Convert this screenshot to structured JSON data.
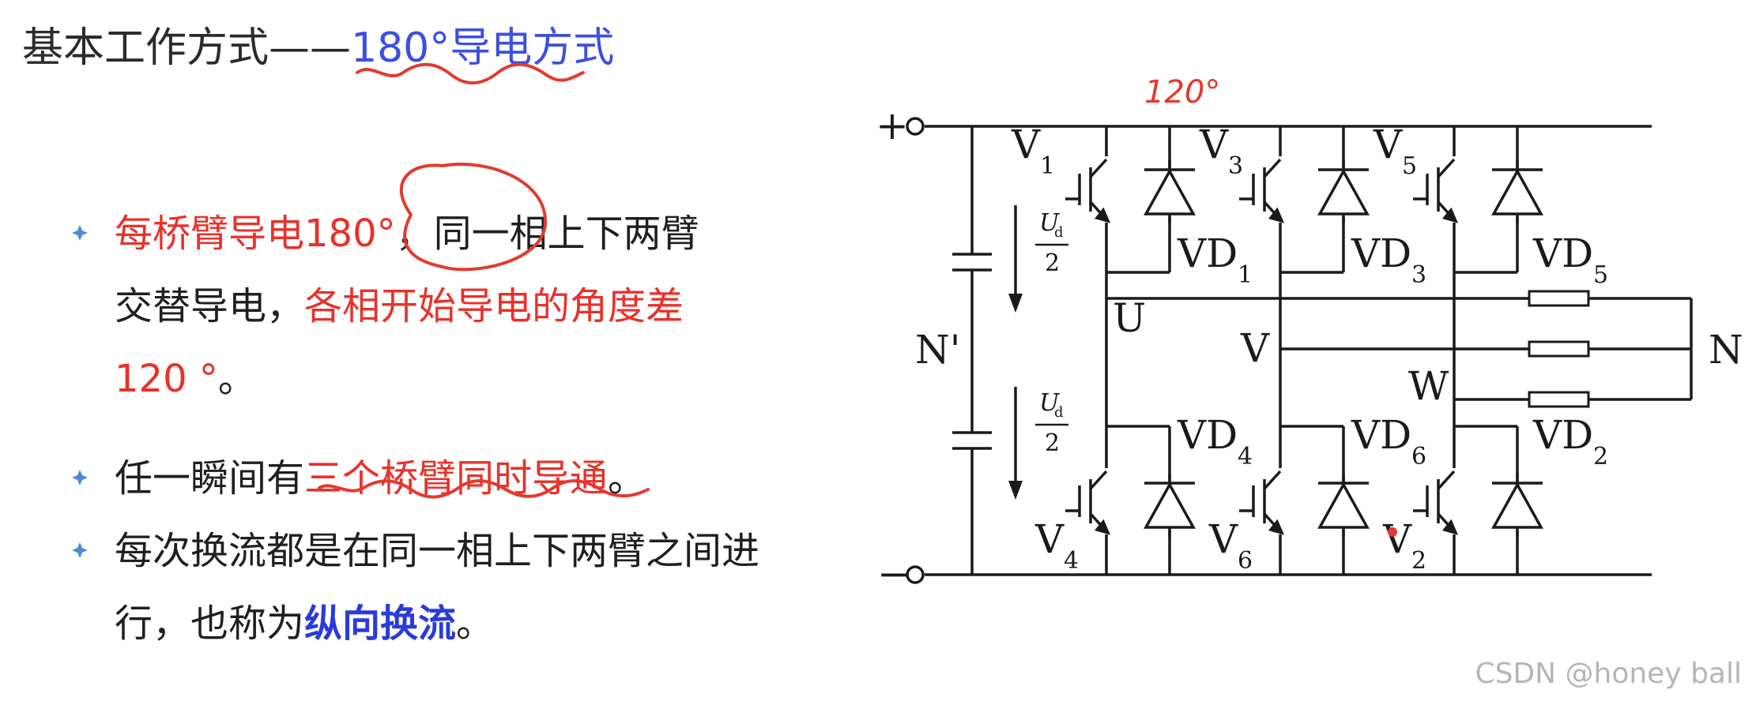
{
  "title": {
    "prefix": "基本工作方式——",
    "emphasis": "180°导电方式"
  },
  "bullets": [
    {
      "segments": [
        {
          "text": "每桥臂导电180°",
          "style": "red"
        },
        {
          "text": "，同一相上下两臂交替导电，",
          "style": "plain"
        },
        {
          "text": "各相开始导电的角度差120 °",
          "style": "red"
        },
        {
          "text": "。",
          "style": "plain"
        }
      ]
    },
    {
      "segments": [
        {
          "text": "任一瞬间有",
          "style": "plain"
        },
        {
          "text": "三个桥臂同时导通",
          "style": "red"
        },
        {
          "text": "。",
          "style": "plain"
        }
      ]
    },
    {
      "segments": [
        {
          "text": "每次换流都是在同一相上下两臂之间进行，也称为",
          "style": "plain"
        },
        {
          "text": "纵向换流",
          "style": "blue"
        },
        {
          "text": "。",
          "style": "plain"
        }
      ]
    }
  ],
  "annotation": "120°",
  "circuit": {
    "plus": "+",
    "minus": "−",
    "n_prime": "N'",
    "n": "N",
    "phase_u": "U",
    "phase_v": "V",
    "phase_w": "W",
    "half_voltage_num": "U",
    "half_voltage_sub": "d",
    "half_voltage_den": "2",
    "switches": [
      {
        "base": "V",
        "sub": "1"
      },
      {
        "base": "V",
        "sub": "3"
      },
      {
        "base": "V",
        "sub": "5"
      },
      {
        "base": "V",
        "sub": "4"
      },
      {
        "base": "V",
        "sub": "6"
      },
      {
        "base": "V",
        "sub": "2"
      }
    ],
    "diodes": [
      {
        "base": "VD",
        "sub": "1"
      },
      {
        "base": "VD",
        "sub": "3"
      },
      {
        "base": "VD",
        "sub": "5"
      },
      {
        "base": "VD",
        "sub": "4"
      },
      {
        "base": "VD",
        "sub": "6"
      },
      {
        "base": "VD",
        "sub": "2"
      }
    ]
  },
  "watermark": "CSDN @honey ball",
  "colors": {
    "red": "#e8312a",
    "blue": "#2a3bdc",
    "ink": "#e23a2e",
    "line": "#1a1a1a"
  }
}
